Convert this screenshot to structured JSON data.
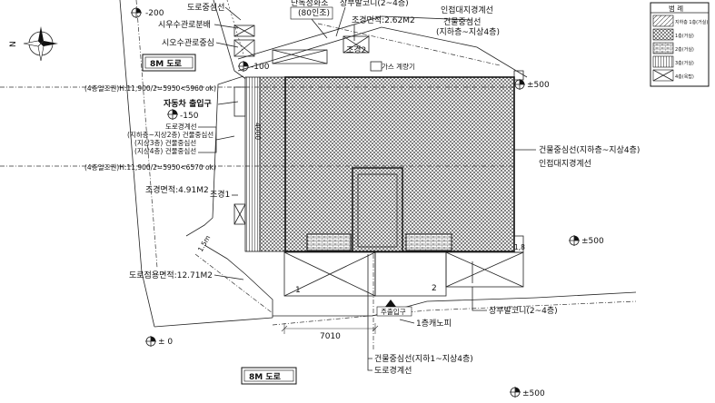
{
  "labels": {
    "road_top": "8M 도로",
    "road_bottom": "8M 도로",
    "road_boundary_top": "도로중심선",
    "water_pipe_top": "시우수관로분배",
    "water_pipe_center": "시오수관로중심",
    "parking_count": "단독정화조",
    "parking_count_sub": "(80인조)",
    "upper_balcony_top": "상부발코니(2~4층)",
    "landscape_area_top": "조경면적:2.62M2",
    "adjacent_boundary_top": "인접대지경계선",
    "building_line_top": "건물중심선",
    "building_line_top_sub": "(지하층~지상4층)",
    "landscape_2": "조경2",
    "gas_meter": "가스 계량기",
    "height_limit_1": "(4층일조권)H:11,900/2=5950<5960 ok)",
    "height_limit_2": "(4층일조권)H:11,900/2=5950<6570 ok)",
    "vehicle_entry": "자동차 출입구",
    "road_boundary_left": "도로경계선",
    "building_line_left_1": "(지하층~지상2층) 건물중심선",
    "building_line_left_2": "(지상3층) 건물중심선",
    "building_line_left_3": "(지상4층) 건물중심선",
    "landscape_area_left": "조경면적:4.91M2",
    "landscape_1": "조경1",
    "road_area": "도로점용면적:12.71M2",
    "building_line_right": "건물중심선(지하층~지상4층)",
    "adjacent_boundary_right": "인접대지경계선",
    "pedestrian_entry": "주출입구",
    "first_floor_canopy": "1층캐노피",
    "upper_balcony_bottom": "상부발코니(2~4층)",
    "building_line_bottom": "건물중심선(지하1~지상4층)",
    "road_boundary_bottom": "도로경계선",
    "dim_width": "7010",
    "dim_vertical": "4000",
    "parking_1": "1",
    "parking_2": "2",
    "elev_top_minus200": "-200",
    "elev_top_minus100": "-100",
    "elev_right_plus500": "±500",
    "elev_left_minus150": "-150",
    "elev_right_mid": "±500",
    "elev_bottom_left": "± 0",
    "elev_bottom_right": "±500",
    "north_mark": "N",
    "dim_gas": "1.5m",
    "dim_right": "1,8"
  },
  "legend": {
    "title": "범 례",
    "items": [
      {
        "text": "지하층 1층(거실)"
      },
      {
        "text": "1층(거실)"
      },
      {
        "text": "2층(거실)"
      },
      {
        "text": "3층(거실)"
      },
      {
        "text": "4층(옥탑)"
      }
    ]
  },
  "colors": {
    "line": "#222222",
    "background": "#ffffff",
    "hatch": "#333333"
  }
}
